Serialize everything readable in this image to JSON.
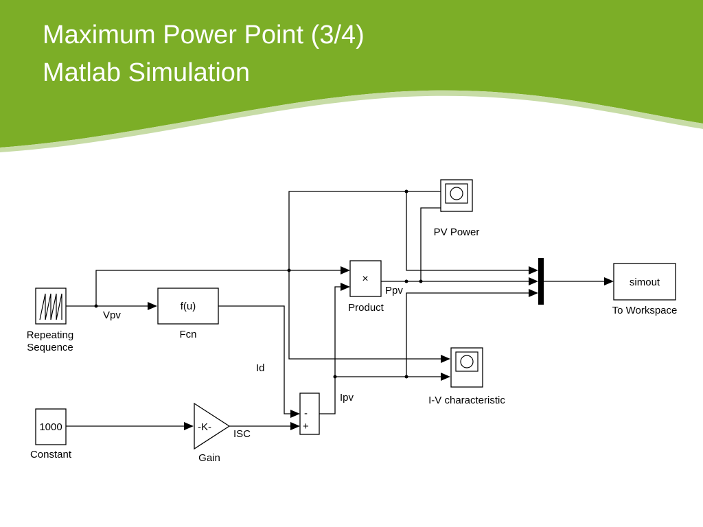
{
  "slide": {
    "title_line1": "Maximum Power Point (3/4)",
    "title_line2": "Matlab Simulation",
    "header_color": "#7cae27"
  },
  "diagram": {
    "blocks": {
      "repeating_sequence": {
        "label_line1": "Repeating",
        "label_line2": "Sequence"
      },
      "fcn": {
        "text": "f(u)",
        "label": "Fcn"
      },
      "constant": {
        "text": "1000",
        "label": "Constant"
      },
      "gain": {
        "text": "-K-",
        "label": "Gain"
      },
      "sum": {
        "minus": "-",
        "plus": "+"
      },
      "product": {
        "text": "×",
        "label": "Product"
      },
      "pv_power_scope": {
        "label": "PV Power"
      },
      "iv_scope": {
        "label": "I-V characteristic"
      },
      "to_workspace": {
        "text": "simout",
        "label": "To Workspace"
      }
    },
    "signals": {
      "vpv": "Vpv",
      "id": "Id",
      "isc": "ISC",
      "ipv": "Ipv",
      "ppv": "Ppv"
    }
  }
}
